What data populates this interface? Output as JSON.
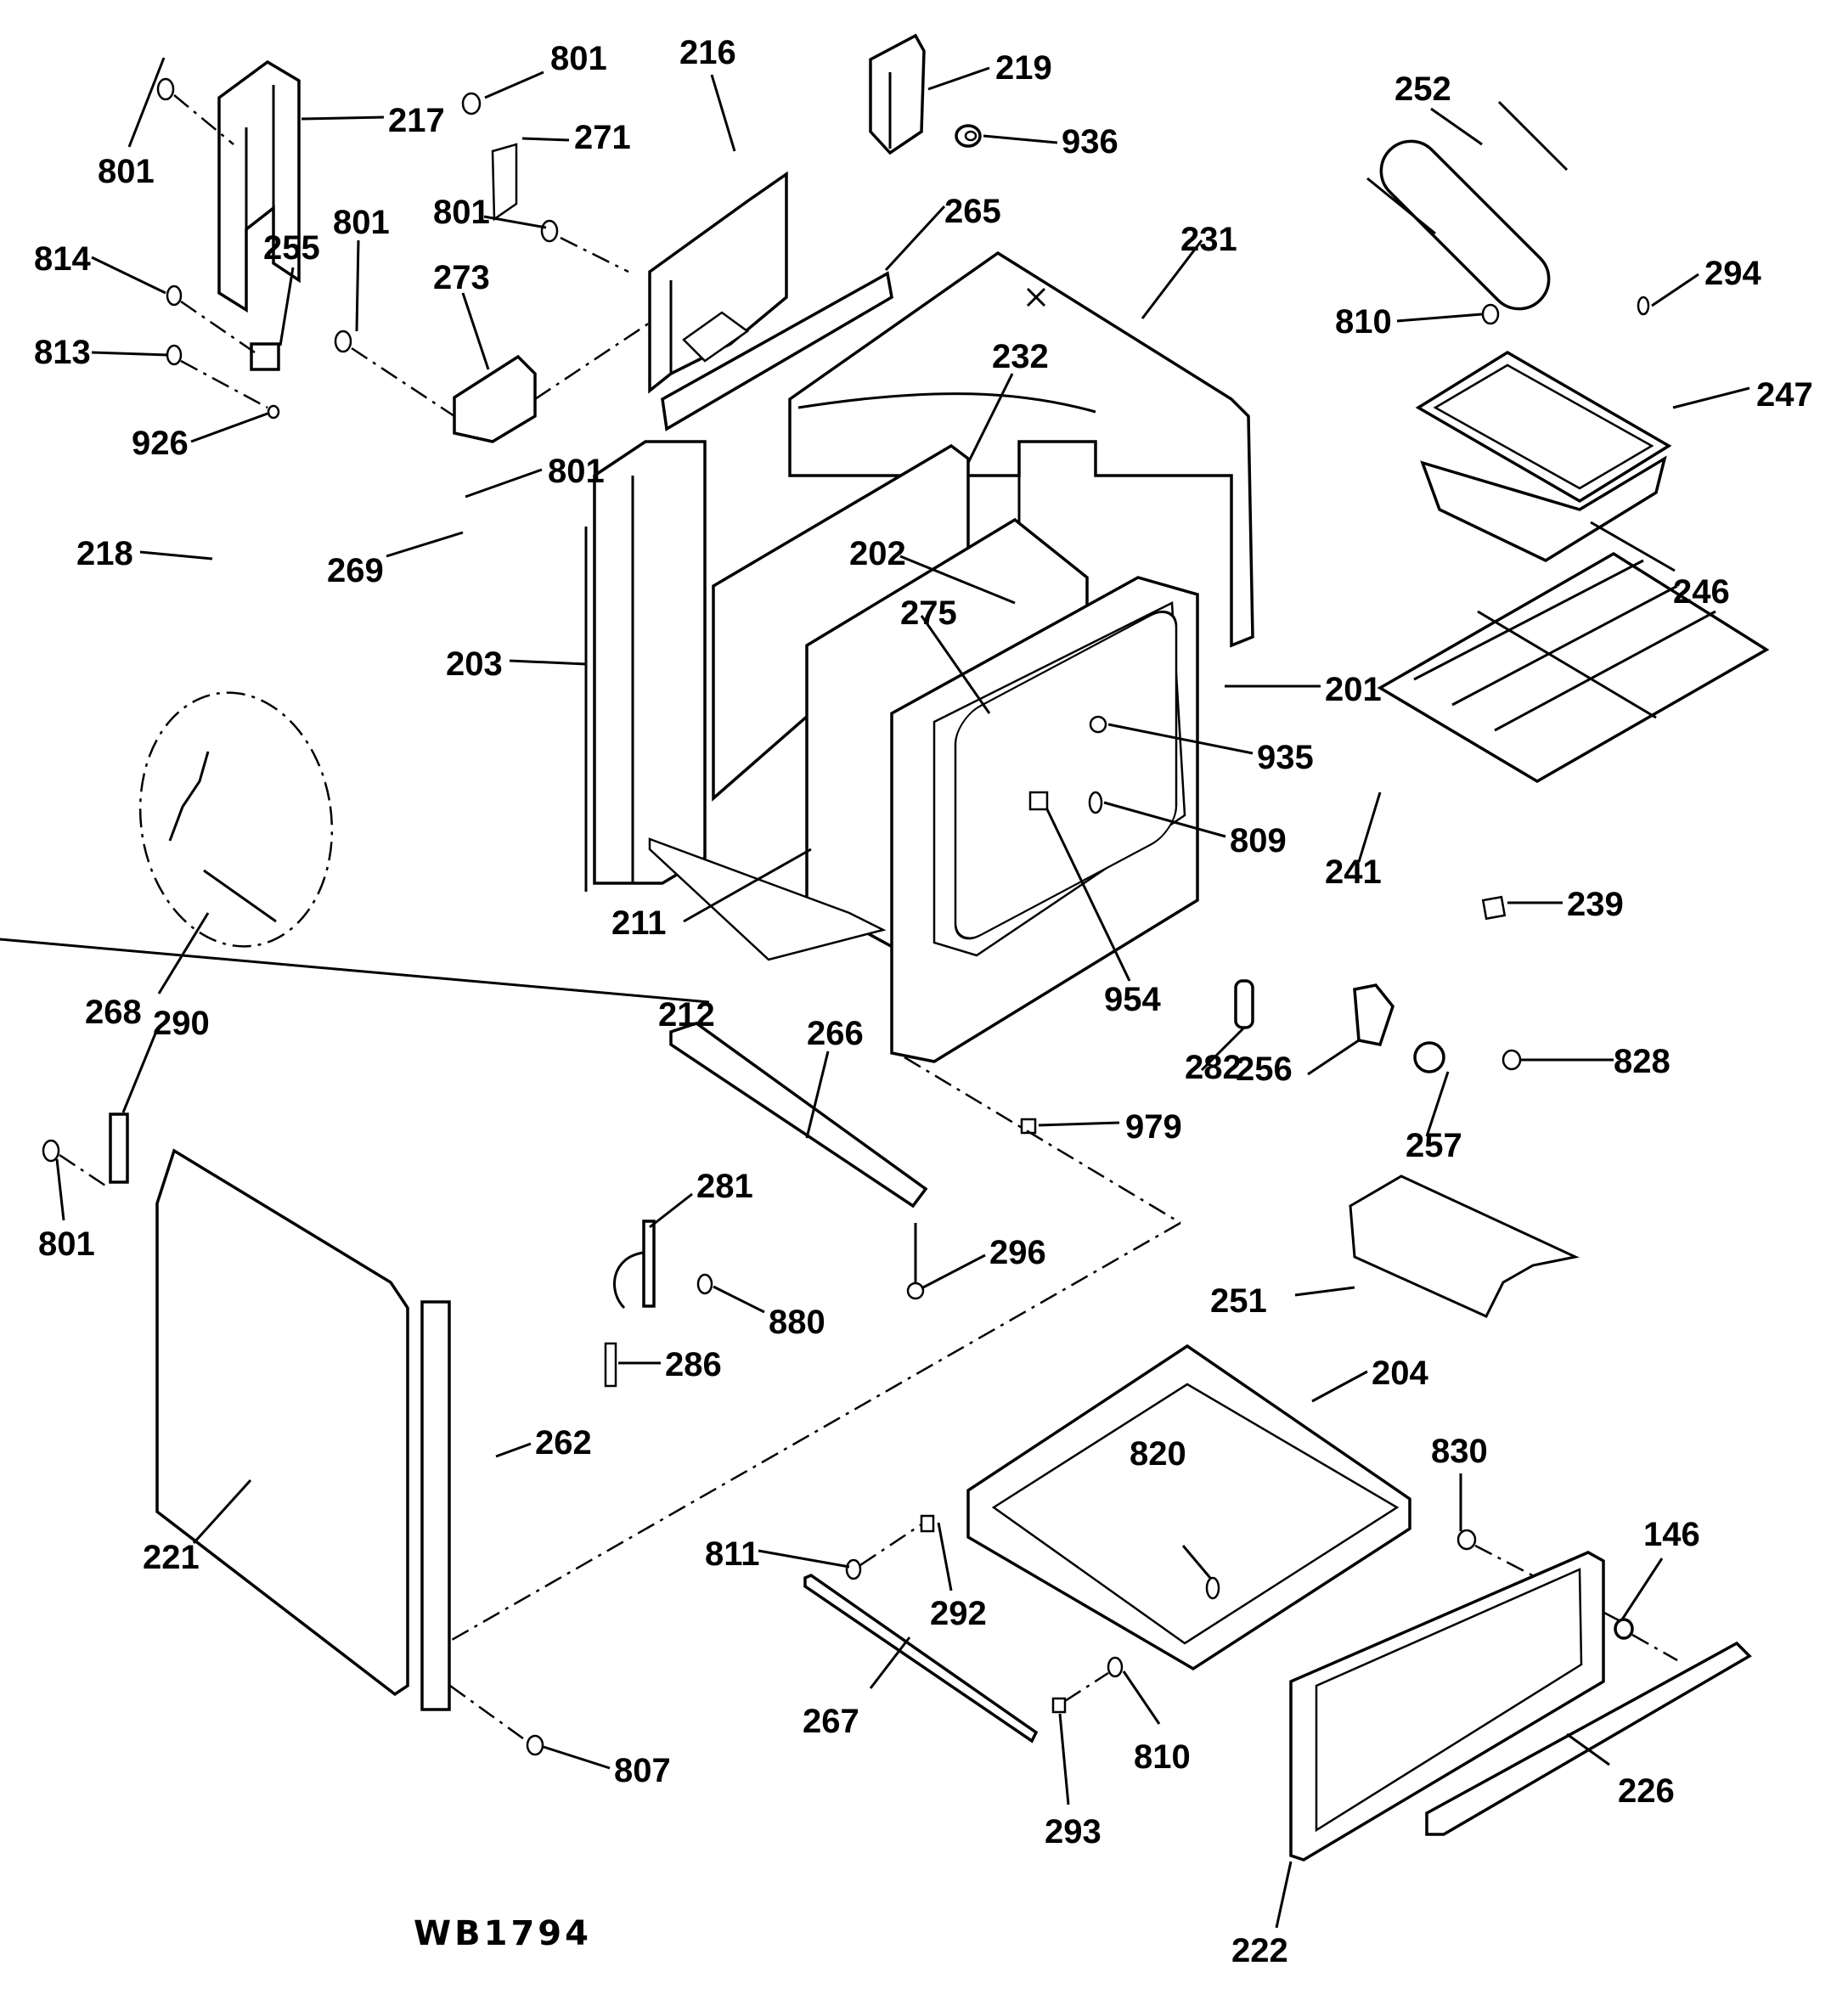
{
  "diagram": {
    "title": "WB1794",
    "type": "exploded parts diagram",
    "subject": "electric range body / oven cavity / storage drawer"
  },
  "callouts": [
    {
      "id": "c-801-a",
      "label": "801"
    },
    {
      "id": "c-217",
      "label": "217"
    },
    {
      "id": "c-801-b",
      "label": "801"
    },
    {
      "id": "c-271",
      "label": "271"
    },
    {
      "id": "c-216",
      "label": "216"
    },
    {
      "id": "c-219",
      "label": "219"
    },
    {
      "id": "c-936",
      "label": "936"
    },
    {
      "id": "c-252",
      "label": "252"
    },
    {
      "id": "c-801-c",
      "label": "801"
    },
    {
      "id": "c-801-d",
      "label": "801"
    },
    {
      "id": "c-265",
      "label": "265"
    },
    {
      "id": "c-231",
      "label": "231"
    },
    {
      "id": "c-814",
      "label": "814"
    },
    {
      "id": "c-255",
      "label": "255"
    },
    {
      "id": "c-273",
      "label": "273"
    },
    {
      "id": "c-810-a",
      "label": "810"
    },
    {
      "id": "c-294",
      "label": "294"
    },
    {
      "id": "c-813",
      "label": "813"
    },
    {
      "id": "c-232",
      "label": "232"
    },
    {
      "id": "c-247",
      "label": "247"
    },
    {
      "id": "c-926",
      "label": "926"
    },
    {
      "id": "c-801-e",
      "label": "801"
    },
    {
      "id": "c-218",
      "label": "218"
    },
    {
      "id": "c-269",
      "label": "269"
    },
    {
      "id": "c-202",
      "label": "202"
    },
    {
      "id": "c-246",
      "label": "246"
    },
    {
      "id": "c-203",
      "label": "203"
    },
    {
      "id": "c-275",
      "label": "275"
    },
    {
      "id": "c-201",
      "label": "201"
    },
    {
      "id": "c-935",
      "label": "935"
    },
    {
      "id": "c-809",
      "label": "809"
    },
    {
      "id": "c-241",
      "label": "241"
    },
    {
      "id": "c-268",
      "label": "268"
    },
    {
      "id": "c-211",
      "label": "211"
    },
    {
      "id": "c-239",
      "label": "239"
    },
    {
      "id": "c-212",
      "label": "212"
    },
    {
      "id": "c-954",
      "label": "954"
    },
    {
      "id": "c-282",
      "label": "282"
    },
    {
      "id": "c-256",
      "label": "256"
    },
    {
      "id": "c-828",
      "label": "828"
    },
    {
      "id": "c-290",
      "label": "290"
    },
    {
      "id": "c-266",
      "label": "266"
    },
    {
      "id": "c-979",
      "label": "979"
    },
    {
      "id": "c-257",
      "label": "257"
    },
    {
      "id": "c-281",
      "label": "281"
    },
    {
      "id": "c-801-f",
      "label": "801"
    },
    {
      "id": "c-296",
      "label": "296"
    },
    {
      "id": "c-880",
      "label": "880"
    },
    {
      "id": "c-251",
      "label": "251"
    },
    {
      "id": "c-286",
      "label": "286"
    },
    {
      "id": "c-204",
      "label": "204"
    },
    {
      "id": "c-830",
      "label": "830"
    },
    {
      "id": "c-262",
      "label": "262"
    },
    {
      "id": "c-820",
      "label": "820"
    },
    {
      "id": "c-146",
      "label": "146"
    },
    {
      "id": "c-811",
      "label": "811"
    },
    {
      "id": "c-292",
      "label": "292"
    },
    {
      "id": "c-221",
      "label": "221"
    },
    {
      "id": "c-267",
      "label": "267"
    },
    {
      "id": "c-810-b",
      "label": "810"
    },
    {
      "id": "c-226",
      "label": "226"
    },
    {
      "id": "c-807",
      "label": "807"
    },
    {
      "id": "c-293",
      "label": "293"
    },
    {
      "id": "c-222",
      "label": "222"
    }
  ]
}
